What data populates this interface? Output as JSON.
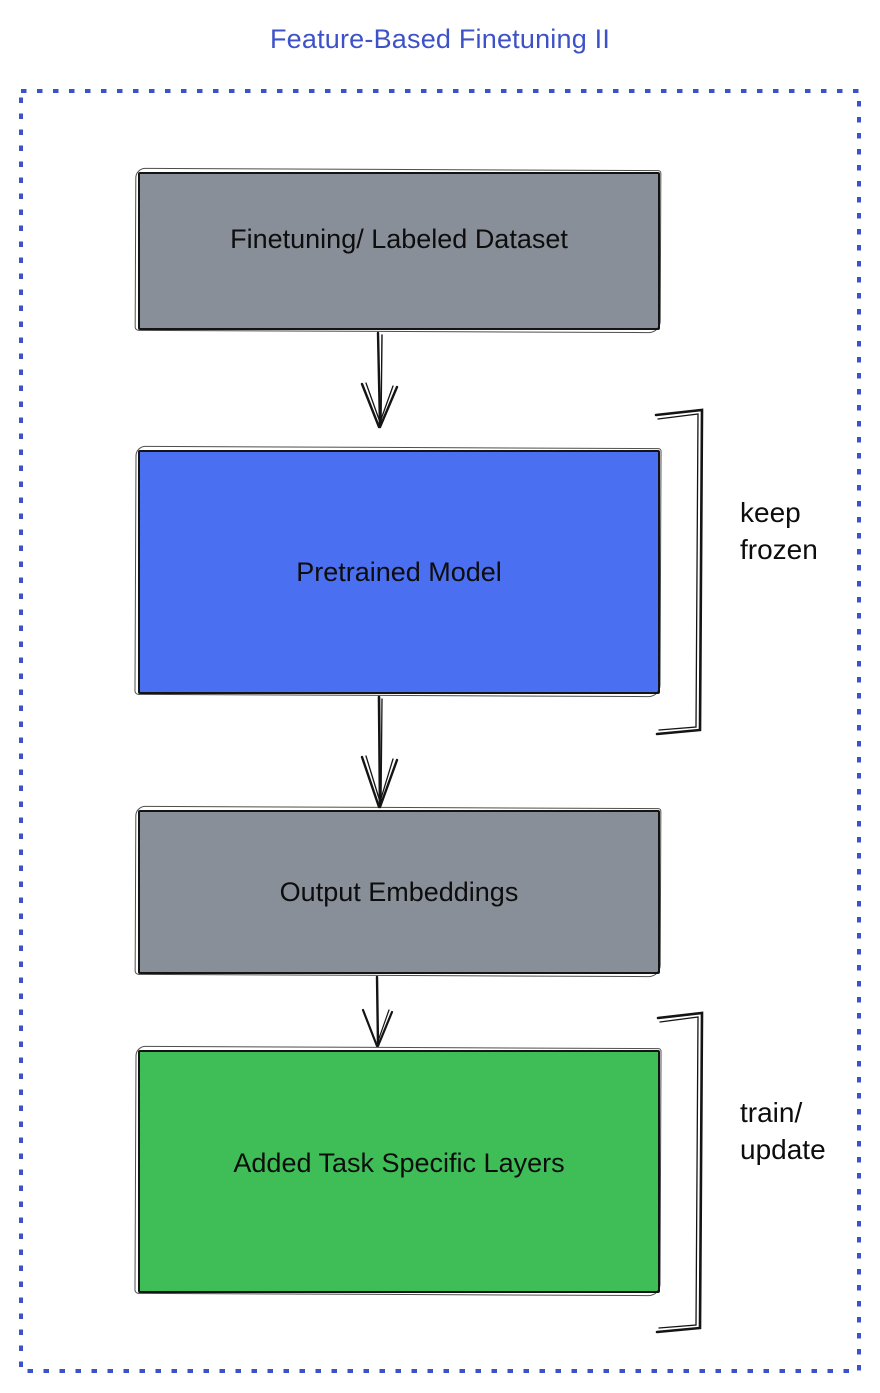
{
  "title": "Feature-Based Finetuning II",
  "diagram": {
    "boxes": [
      {
        "id": "finetuning-dataset",
        "label": "Finetuning/ Labeled Dataset",
        "fill": "#888F98"
      },
      {
        "id": "pretrained-model",
        "label": "Pretrained Model",
        "fill": "#4A6FF0"
      },
      {
        "id": "output-embeddings",
        "label": "Output Embeddings",
        "fill": "#888F98"
      },
      {
        "id": "task-specific-layers",
        "label": "Added Task Specific Layers",
        "fill": "#3FBE57"
      }
    ],
    "side_labels": {
      "keep_frozen": "keep\nfrozen",
      "train_update": "train/\nupdate"
    },
    "colors": {
      "title_text": "#3D52C8",
      "dotted_border": "#3A53C8",
      "box_outline": "#141414",
      "arrow_ink": "#141414",
      "label_text": "#0d0d0d"
    }
  }
}
